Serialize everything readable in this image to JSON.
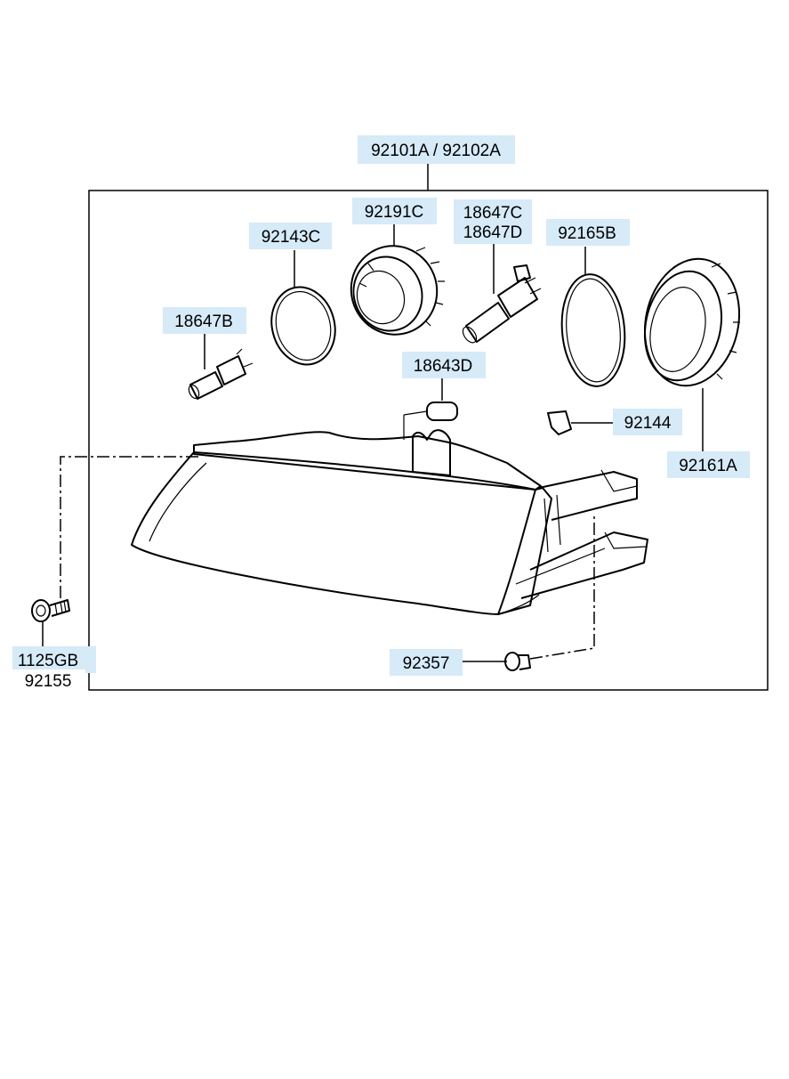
{
  "diagram": {
    "labels": {
      "assembly": "92101A / 92102A",
      "reflector_ring": "92191C",
      "gasket_c": "92143C",
      "bulb_main_1": "18647C",
      "bulb_main_2": "18647D",
      "gasket_b": "92165B",
      "bulb_small": "18647B",
      "socket_bulb": "18643D",
      "clip": "92144",
      "cap": "92161A",
      "bolt_1": "1125GB",
      "bolt_2": "92155",
      "nut": "92357"
    }
  }
}
